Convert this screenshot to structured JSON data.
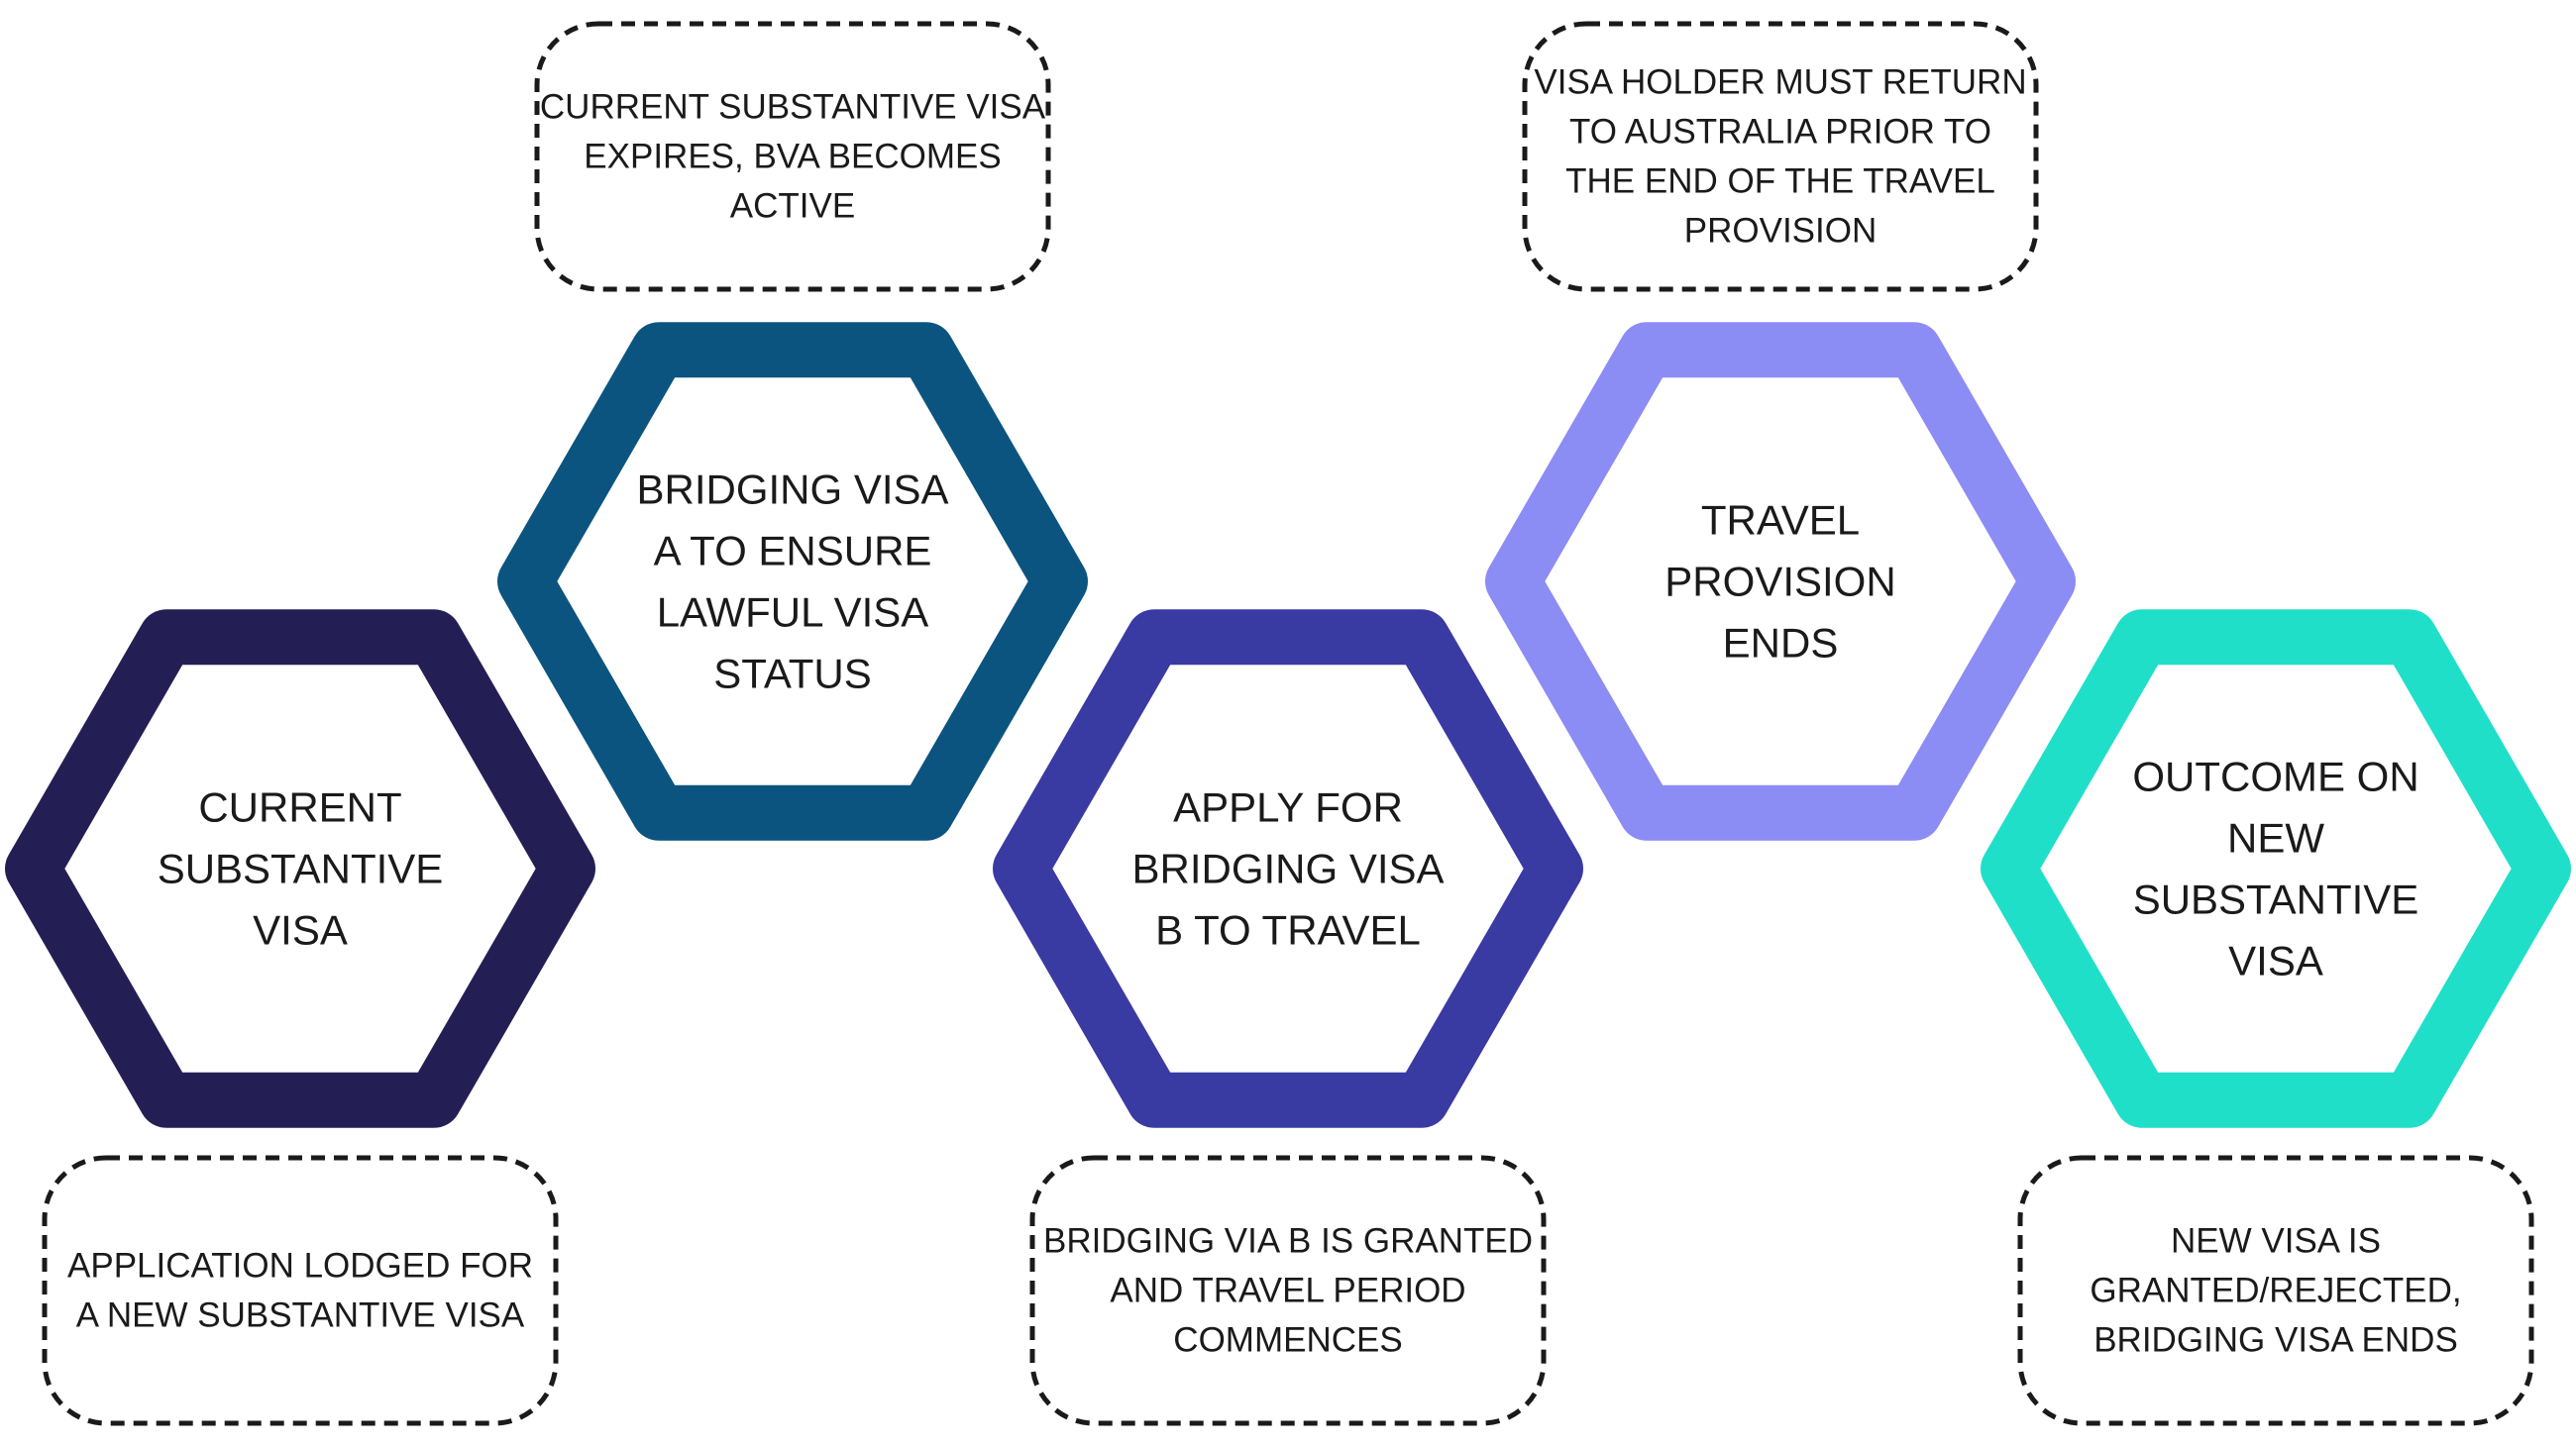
{
  "steps": [
    {
      "id": "current-substantive-visa",
      "lines": [
        "CURRENT",
        "SUBSTANTIVE",
        "VISA"
      ],
      "color": "#231f55",
      "note": [
        "APPLICATION LODGED FOR",
        "A NEW SUBSTANTIVE VISA"
      ]
    },
    {
      "id": "bridging-visa-a",
      "lines": [
        "BRIDGING VISA",
        "A TO ENSURE",
        "LAWFUL VISA",
        "STATUS"
      ],
      "color": "#0b5480",
      "note": [
        "CURRENT SUBSTANTIVE VISA",
        "EXPIRES, BVA BECOMES",
        "ACTIVE"
      ]
    },
    {
      "id": "apply-bridging-visa-b",
      "lines": [
        "APPLY FOR",
        "BRIDGING VISA",
        "B TO TRAVEL"
      ],
      "color": "#3a3aa3",
      "note": [
        "BRIDGING VIA B IS GRANTED",
        "AND TRAVEL PERIOD",
        "COMMENCES"
      ]
    },
    {
      "id": "travel-provision-ends",
      "lines": [
        "TRAVEL",
        "PROVISION",
        "ENDS"
      ],
      "color": "#8c8cf5",
      "note": [
        "VISA HOLDER MUST RETURN",
        "TO AUSTRALIA PRIOR TO",
        "THE END OF THE TRAVEL",
        "PROVISION"
      ]
    },
    {
      "id": "outcome-new-substantive-visa",
      "lines": [
        "OUTCOME ON",
        "NEW",
        "SUBSTANTIVE",
        "VISA"
      ],
      "color": "#1fdfc9",
      "note": [
        "NEW VISA IS",
        "GRANTED/REJECTED,",
        "BRIDGING VISA ENDS"
      ]
    }
  ]
}
